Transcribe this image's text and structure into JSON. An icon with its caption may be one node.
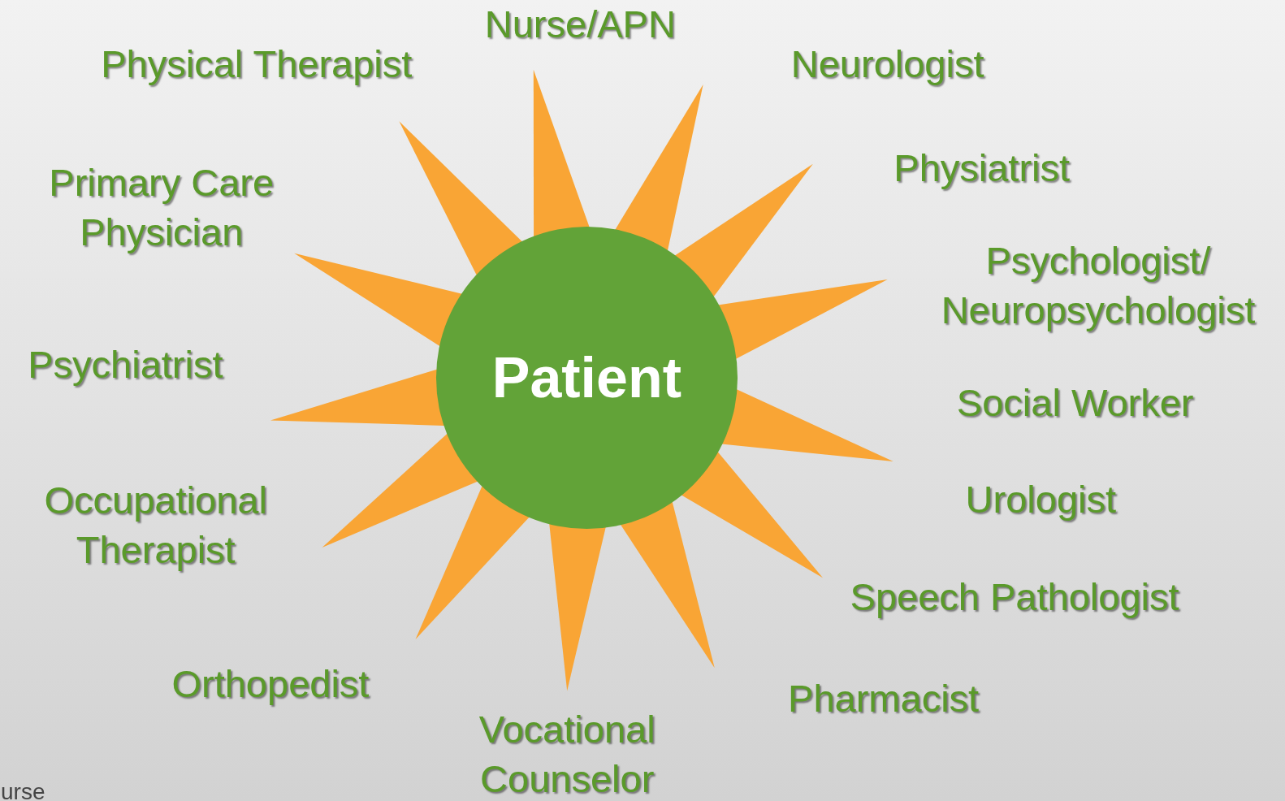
{
  "diagram": {
    "nodes": [
      {
        "text": [
          "Patient"
        ]
      }
    ],
    "labels": [
      "Nurse/APN",
      "Physical Therapist",
      "Neurologist",
      "Primary Care Physician",
      "Physiatrist",
      "Psychologist/ Neuropsychologist",
      "Psychiatrist",
      "Social Worker",
      "Occupational Therapist",
      "Urologist",
      "Speech Pathologist",
      "Orthopedist",
      "Pharmacist",
      "Vocational Counselor",
      "urse"
    ]
  }
}
